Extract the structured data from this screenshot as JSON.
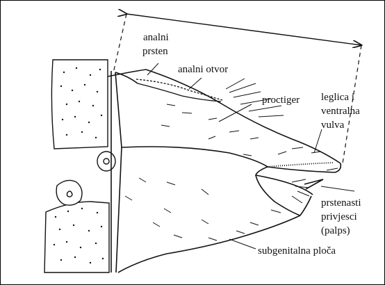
{
  "diagram": {
    "labels": {
      "anal_ring": [
        "analni",
        "prsten"
      ],
      "anal_opening": "analni otvor",
      "proctiger": "proctiger",
      "ovipositor": [
        "leglica i",
        "ventralna",
        "vulva"
      ],
      "ring_appendages": [
        "prstenasti",
        "privjesci",
        "(palps)"
      ],
      "subgenital_plate": "subgenitalna ploča"
    },
    "colors": {
      "ink": "#111111",
      "background": "#ffffff",
      "frame": "#000000"
    }
  }
}
